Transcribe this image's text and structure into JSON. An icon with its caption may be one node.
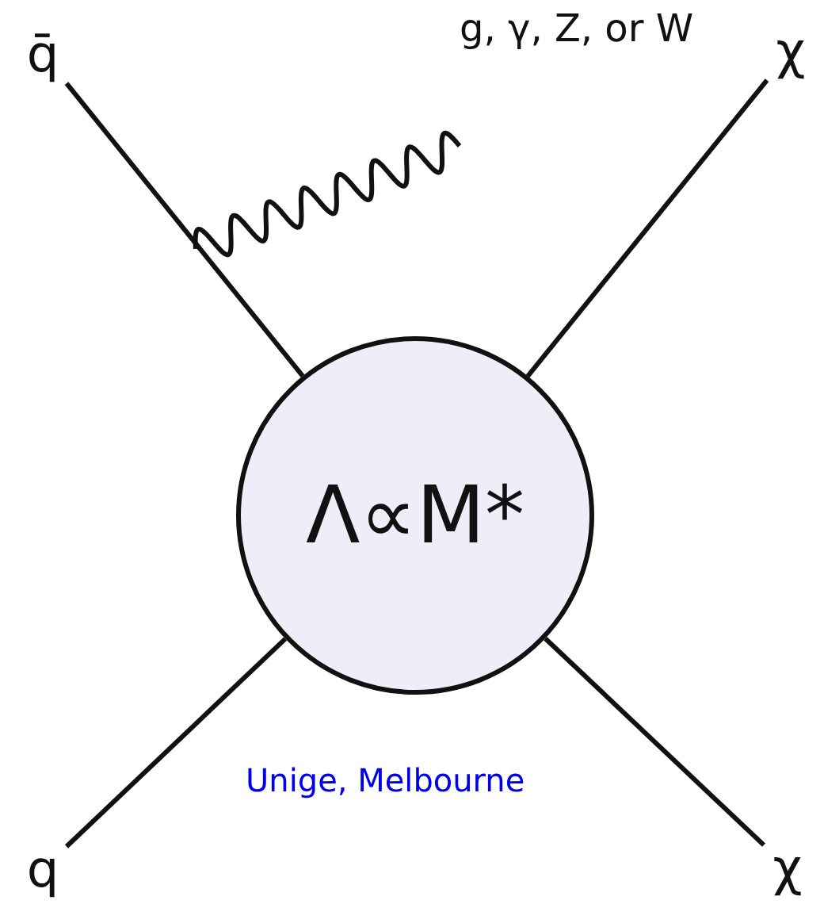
{
  "diagram": {
    "nodes": [
      {
        "text": [
          "q̄"
        ]
      },
      {
        "text": [
          "χ"
        ]
      },
      {
        "text": [
          "Λ∝M*"
        ]
      },
      {
        "text": [
          "q"
        ]
      },
      {
        "text": [
          "χ"
        ]
      }
    ],
    "edges": [
      {
        "from": 0,
        "to": 2,
        "arrow": "none"
      },
      {
        "from": 2,
        "to": 1,
        "arrow": "none"
      },
      {
        "from": 3,
        "to": 2,
        "arrow": "none"
      },
      {
        "from": 2,
        "to": 4,
        "arrow": "none"
      }
    ],
    "labels": [
      "g, γ, Z, or W",
      "Unige, Melbourne"
    ]
  }
}
